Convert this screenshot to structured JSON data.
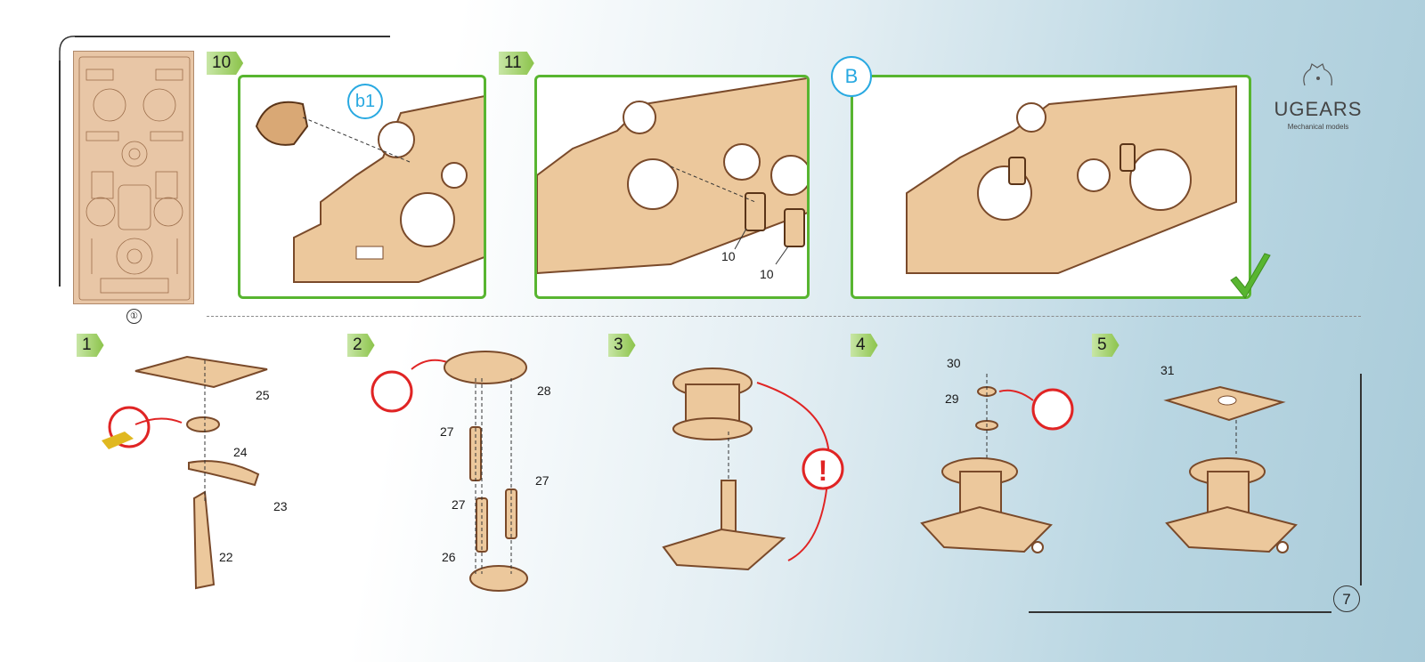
{
  "sheet": {
    "number": "①"
  },
  "top_steps": [
    {
      "number": "10",
      "callout": "b1"
    },
    {
      "number": "11",
      "part_labels": [
        "10",
        "10"
      ]
    },
    {
      "callout": "B"
    }
  ],
  "bottom_steps": [
    {
      "number": "1",
      "part_labels": [
        "25",
        "24",
        "23",
        "22"
      ]
    },
    {
      "number": "2",
      "part_labels": [
        "28",
        "27",
        "27",
        "27",
        "26"
      ]
    },
    {
      "number": "3",
      "warning_icon": "exclamation-icon"
    },
    {
      "number": "4",
      "part_labels": [
        "30",
        "29"
      ]
    },
    {
      "number": "5",
      "part_labels": [
        "31"
      ]
    }
  ],
  "brand": {
    "name": "UGEARS",
    "tagline": "Mechanical models",
    "logo_icon": "gears-outline-icon"
  },
  "page": {
    "number": "7"
  },
  "colors": {
    "accent_green": "#58b530",
    "callout_blue": "#29a9e1",
    "warning_red": "#e02424",
    "wood": "#e8c49a",
    "wood_dark": "#7a4a2a"
  }
}
